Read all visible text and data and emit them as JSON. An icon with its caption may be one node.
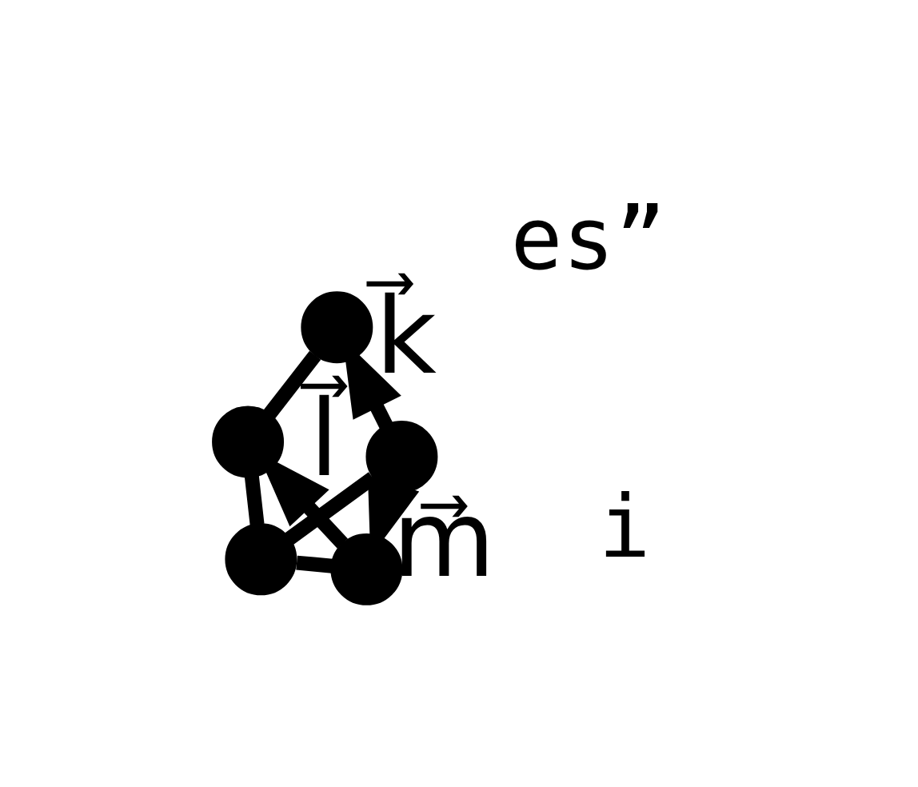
{
  "diagram": {
    "nodes": [
      {
        "text": [],
        "shape": "circle"
      },
      {
        "text": [],
        "shape": "circle"
      },
      {
        "text": [],
        "shape": "circle"
      },
      {
        "text": [],
        "shape": "circle"
      },
      {
        "text": [],
        "shape": "circle"
      }
    ],
    "edges": [
      {
        "from": 0,
        "to": 1,
        "arrow": "none"
      },
      {
        "from": 3,
        "to": 1,
        "arrow": "to",
        "label": "k⃗"
      },
      {
        "from": 3,
        "to": 4,
        "arrow": "to",
        "label": "m⃗"
      },
      {
        "from": 4,
        "to": 0,
        "arrow": "to",
        "label": "l⃗"
      },
      {
        "from": 0,
        "to": 2,
        "arrow": "none"
      },
      {
        "from": 2,
        "to": 3,
        "arrow": "none"
      },
      {
        "from": 2,
        "to": 4,
        "arrow": "none"
      }
    ],
    "labels": [
      "es”",
      "i"
    ]
  }
}
